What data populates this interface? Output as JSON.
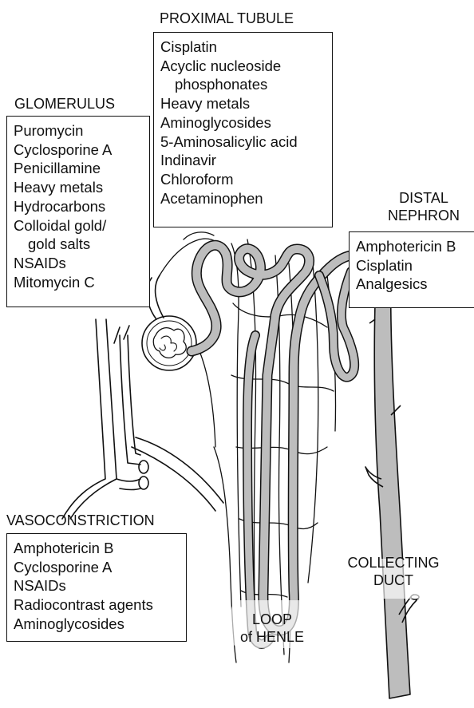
{
  "proximal_tubule": {
    "heading": "PROXIMAL TUBULE",
    "items": [
      "Cisplatin",
      "Acyclic nucleoside",
      "phosphonates",
      "Heavy metals",
      "Aminoglycosides",
      "5-Aminosalicylic acid",
      "Indinavir",
      "Chloroform",
      "Acetaminophen"
    ]
  },
  "glomerulus": {
    "heading": "GLOMERULUS",
    "items": [
      "Puromycin",
      "Cyclosporine A",
      "Penicillamine",
      "Heavy metals",
      "Hydrocarbons",
      "Colloidal gold/",
      "gold salts",
      "NSAIDs",
      "Mitomycin C"
    ]
  },
  "distal_nephron": {
    "heading_line1": "DISTAL",
    "heading_line2": "NEPHRON",
    "items": [
      "Amphotericin B",
      "Cisplatin",
      "Analgesics"
    ]
  },
  "vasoconstriction": {
    "heading": "VASOCONSTRICTION",
    "items": [
      "Amphotericin B",
      "Cyclosporine A",
      "NSAIDs",
      "Radiocontrast agents",
      "Aminoglycosides"
    ]
  },
  "collecting_duct": {
    "line1": "COLLECTING",
    "line2": "DUCT"
  },
  "loop_of_henle": {
    "line1": "LOOP",
    "line2": "of HENLE"
  },
  "colors": {
    "tubule_fill": "#bdbdbd",
    "outline": "#111111",
    "background": "#ffffff"
  }
}
